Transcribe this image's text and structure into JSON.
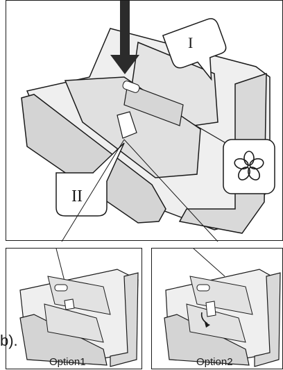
{
  "labels": {
    "compartment_one": "I",
    "compartment_two": "II",
    "option1": "Option1",
    "option2": "Option2",
    "side_fragment": "b)."
  },
  "icons": {
    "arrow": "down-arrow-icon",
    "softener": "flower-icon"
  },
  "colors": {
    "line": "#1a1a1a",
    "fill_light": "#e6e6e6",
    "fill_mid": "#cfcfcf",
    "arrow": "#2b2b2b"
  }
}
